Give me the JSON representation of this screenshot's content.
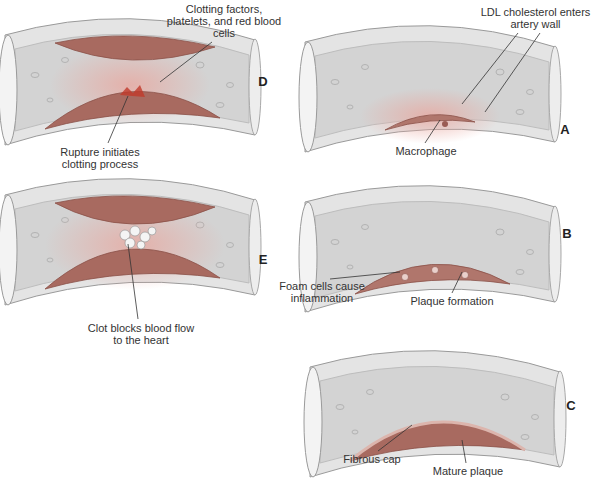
{
  "diagram": {
    "labels": [
      "LDL cholesterol enters artery wall",
      "Macrophage",
      "A",
      "Foam cells cause inflammation",
      "Plaque formation",
      "B",
      "Fibrous cap",
      "Mature plaque",
      "C",
      "Clotting factors, platelets, and red blood cells",
      "Rupture initiates clotting process",
      "D",
      "Clot blocks blood flow to the heart",
      "E"
    ]
  }
}
